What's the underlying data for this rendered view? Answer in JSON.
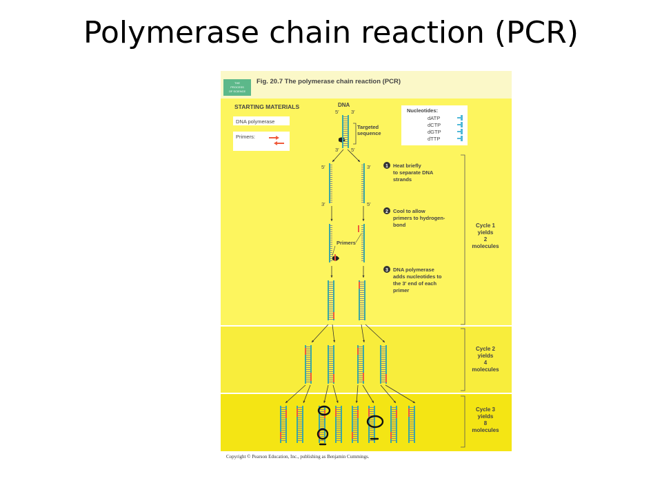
{
  "slide": {
    "title": "Polymerase chain reaction (PCR)"
  },
  "figure": {
    "badge": [
      "THE",
      "PROCESS",
      "OF SCIENCE"
    ],
    "title": "Fig. 20.7  The polymerase chain reaction (PCR)",
    "starting_materials": {
      "heading": "STARTING MATERIALS",
      "polymerase": "DNA polymerase",
      "primers": "Primers:"
    },
    "dna": {
      "label": "DNA",
      "end_5": "5′",
      "end_3": "3′",
      "targeted": [
        "Targeted",
        "sequence"
      ]
    },
    "nucleotides": {
      "heading": "Nucleotides:",
      "items": [
        "dATP",
        "dCTP",
        "dGTP",
        "dTTP"
      ]
    },
    "steps": [
      {
        "num": "1",
        "lines": [
          "Heat briefly",
          "to separate DNA",
          "strands"
        ]
      },
      {
        "num": "2",
        "lines": [
          "Cool to allow",
          "primers to hydrogen-",
          "bond"
        ]
      },
      {
        "num": "3",
        "lines": [
          "DNA polymerase",
          "adds nucleotides to",
          "the 3′ end of each",
          "primer"
        ]
      }
    ],
    "primers_callout": "Primers",
    "cycles": [
      {
        "lines": [
          "Cycle 1",
          "yields",
          "2",
          "molecules"
        ]
      },
      {
        "lines": [
          "Cycle 2",
          "yields",
          "4",
          "molecules"
        ]
      },
      {
        "lines": [
          "Cycle 3",
          "yields",
          "8",
          "molecules"
        ]
      }
    ],
    "copyright": "Copyright © Pearson Education, Inc., publishing as Benjamin Cummings."
  },
  "colors": {
    "band_light": "#fdf55e",
    "band_mid": "#f8ed3c",
    "band_dark": "#f4e514",
    "teal": "#3aa8a4",
    "rung": "#8a8a8a",
    "primer": "#ef5a3c",
    "badge": "#5cb88a",
    "nucleotide": "#4fb8d8"
  }
}
